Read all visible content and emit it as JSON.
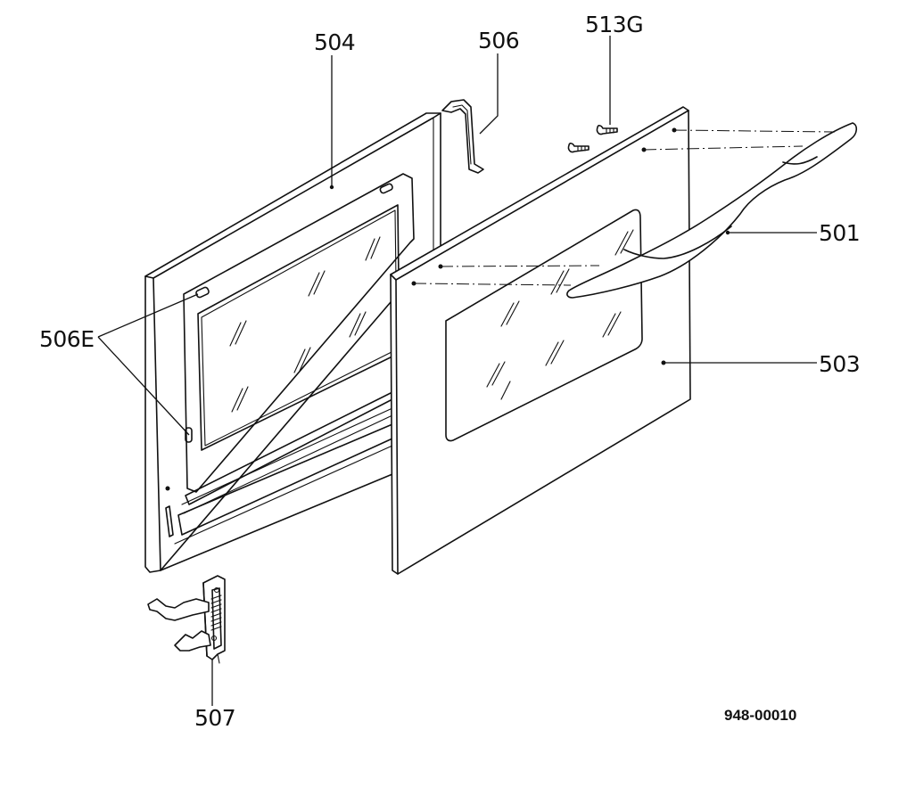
{
  "diagram": {
    "callouts": {
      "p504": "504",
      "p506": "506",
      "p513g": "513G",
      "p501": "501",
      "p503": "503",
      "p506e": "506E",
      "p507": "507"
    },
    "document_number": "948-00010"
  }
}
